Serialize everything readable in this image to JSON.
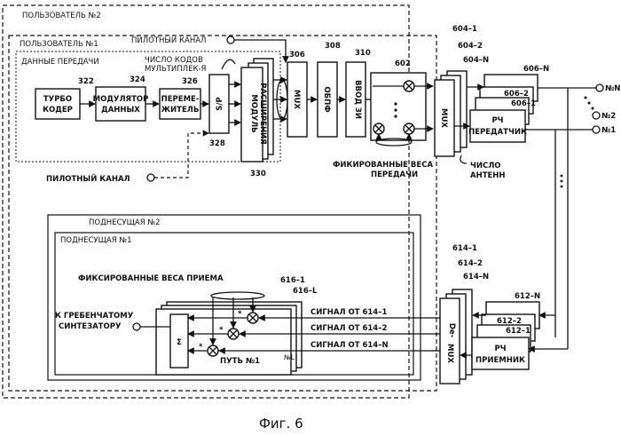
{
  "labels": {
    "user2": "ПОЛЬЗОВАТЕЛЬ №2",
    "user1": "ПОЛЬЗОВАТЕЛЬ №1",
    "tx_data": "ДАННЫЕ ПЕРЕДАЧИ",
    "pilot_top": "ПИЛОТНЫЙ КАНАЛ",
    "pilot_bottom": "ПИЛОТНЫЙ КАНАЛ",
    "codes1": "ЧИСЛО КОДОВ",
    "codes2": "МУЛЬТИПЛЕК-Я",
    "turbo1": "ТУРБО",
    "turbo2": "КОДЕР",
    "mod1": "МОДУЛЯТОР",
    "mod2": "ДАННЫХ",
    "intl1": "ПЕРЕМЕ-",
    "intl2": "ЖИТЕЛЬ",
    "sp": "S/P",
    "spread1": "МОДУЛЬ",
    "spread2": "РАСШИРЕНИЯ",
    "mux1": "MUX",
    "ofdm": "ОБПФ",
    "gi": "ВВОД ЗИ",
    "mux2": "MUX",
    "rf_tx1": "РЧ",
    "rf_tx2": "ПЕРЕДАТЧИК",
    "rf_rx1": "РЧ",
    "rf_rx2": "ПРИЕМНИК",
    "demux1": "De-",
    "demux2": "MUX",
    "fixed_tx1": "ФИКИРОВАННЫЕ ВЕСА",
    "fixed_tx2": "ПЕРЕДАЧИ",
    "num_ant": "ЧИСЛО",
    "num_ant2": "АНТЕНН",
    "sub2": "ПОДНЕСУЩАЯ №2",
    "sub1": "ПОДНЕСУЩАЯ №1",
    "fixed_rx": "ФИКСИРОВАННЫЕ ВЕСА ПРИЕМА",
    "to_comb1": "К ГРЕБЕНЧАТОМУ",
    "to_comb2": "СИНТЕЗАТОРУ",
    "sig1": "СИГНАЛ ОТ  614–1",
    "sig2": "СИГНАЛ ОТ  614–2",
    "sig3": "СИГНАЛ ОТ  614–N",
    "path1": "ПУТЬ №1",
    "nol": "№L",
    "sigma": "Σ",
    "ant_n": "№N",
    "ant_2": "№2",
    "ant_1": "№1",
    "fig": "Фиг. 6",
    "star": "*"
  },
  "refs": {
    "r322": "322",
    "r324": "324",
    "r326": "326",
    "r328": "328",
    "r330": "330",
    "r306": "306",
    "r308": "308",
    "r310": "310",
    "r602": "602",
    "r604_1": "604–1",
    "r604_2": "604–2",
    "r604_n": "604–N",
    "r606_n": "606–N",
    "r606_2": "606–2",
    "r606_1": "606–1",
    "r614_1": "614–1",
    "r614_2": "614–2",
    "r614_n": "614–N",
    "r612_n": "612–N",
    "r612_2": "612–2",
    "r612_1": "612–1",
    "r616_1": "616–1",
    "r616_l": "616–L"
  }
}
